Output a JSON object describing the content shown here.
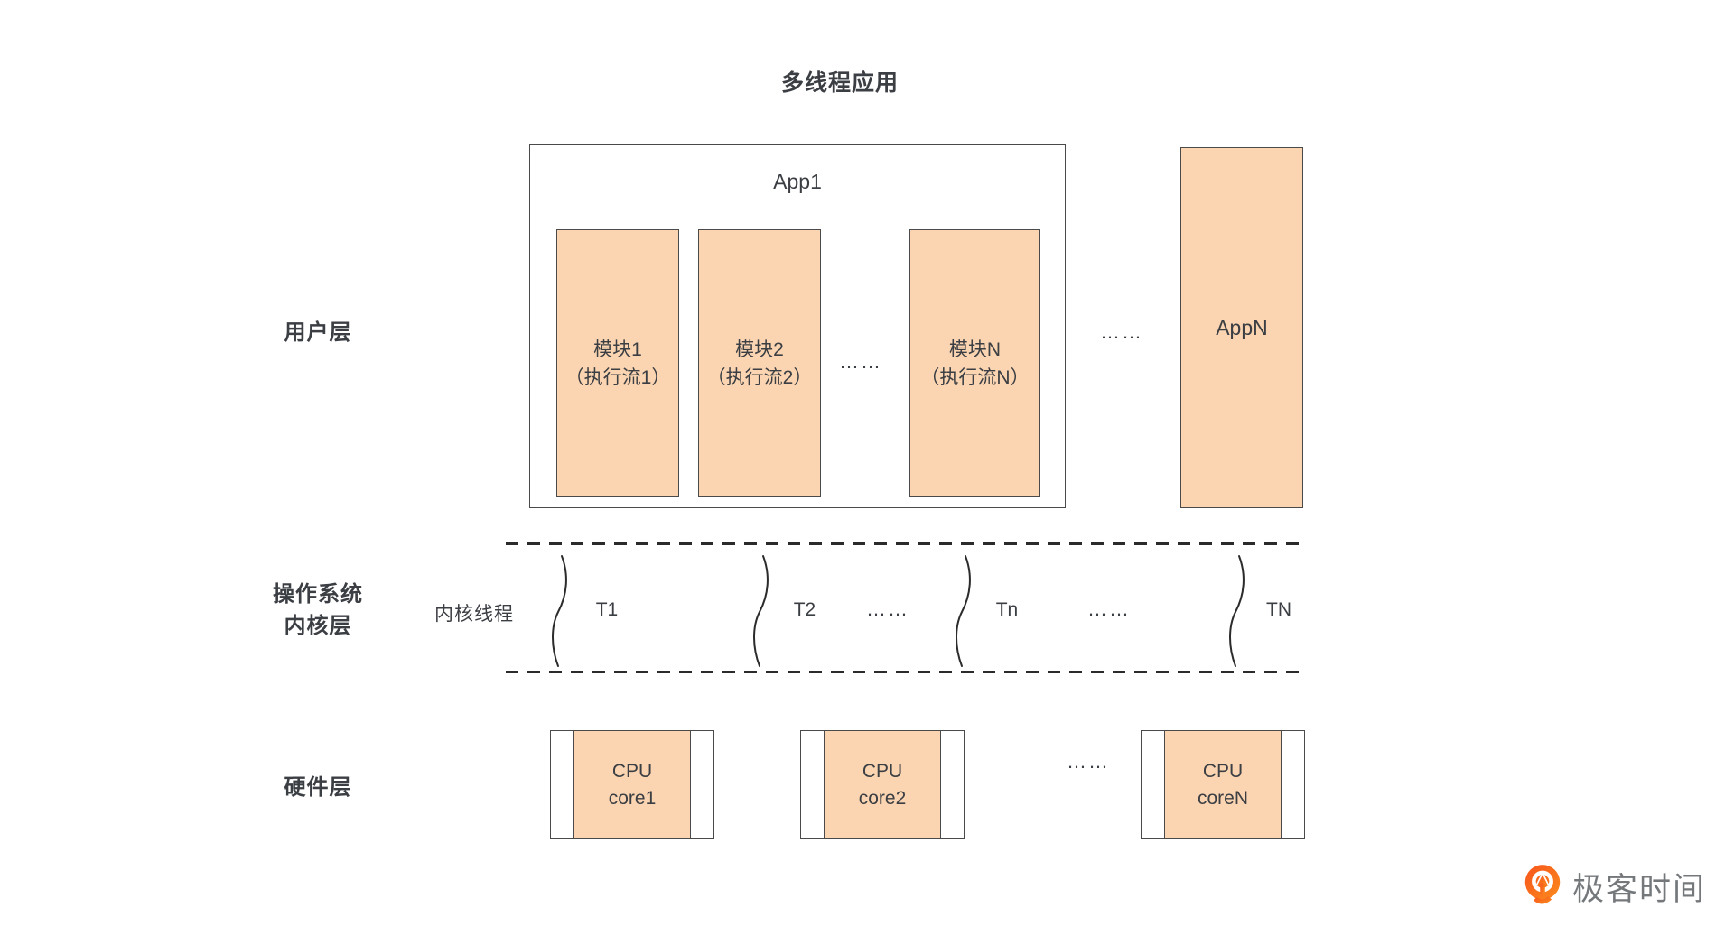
{
  "title": "多线程应用",
  "colors": {
    "box_fill_orange": "#fbd5b1",
    "box_border": "#4a4a4a",
    "text": "#3b3e43",
    "dashed_line": "#2b2b2b",
    "logo_orange_start": "#f7541c",
    "logo_orange_end": "#fb8b1d",
    "logo_text_gray": "#75787b"
  },
  "layers": {
    "user_label": "用户层",
    "kernel_label_line1": "操作系统",
    "kernel_label_line2": "内核层",
    "kernel_annotation": "内核线程",
    "hardware_label": "硬件层"
  },
  "user_layer": {
    "app1_label": "App1",
    "modules": [
      {
        "name": "模块1",
        "flow": "（执行流1）"
      },
      {
        "name": "模块2",
        "flow": "（执行流2）"
      },
      {
        "name": "模块N",
        "flow": "（执行流N）"
      }
    ],
    "modules_ellipsis": "……",
    "apps_ellipsis": "……",
    "appN_label": "AppN"
  },
  "kernel_layer": {
    "threads": [
      "T1",
      "T2",
      "Tn",
      "TN"
    ],
    "ellipsis_1": "……",
    "ellipsis_2": "……"
  },
  "hardware_layer": {
    "cores": [
      {
        "line1": "CPU",
        "line2": "core1"
      },
      {
        "line1": "CPU",
        "line2": "core2"
      },
      {
        "line1": "CPU",
        "line2": "coreN"
      }
    ],
    "ellipsis": "……"
  },
  "branding": {
    "logo_text": "极客时间"
  }
}
